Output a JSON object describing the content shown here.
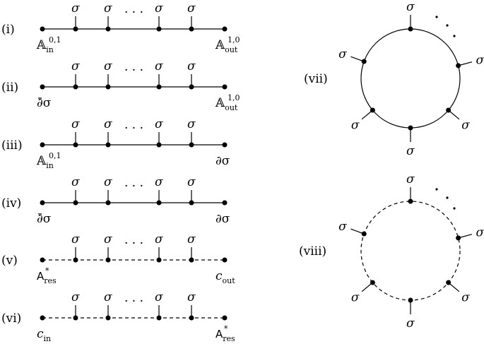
{
  "sigma": "σ",
  "ellipsis": "· · ·",
  "dot_sep": "•",
  "rows": [
    {
      "label": "(i)",
      "left": {
        "sym": "𝔸",
        "sub": "in",
        "sup": "0,1"
      },
      "right": {
        "sym": "𝔸",
        "sub": "out",
        "sup": "1,0"
      },
      "dashed": false
    },
    {
      "label": "(ii)",
      "left": {
        "sym": "∂̄σ"
      },
      "right": {
        "sym": "𝔸",
        "sub": "out",
        "sup": "1,0"
      },
      "dashed": false
    },
    {
      "label": "(iii)",
      "left": {
        "sym": "𝔸",
        "sub": "in",
        "sup": "0,1"
      },
      "right": {
        "sym": "∂σ"
      },
      "dashed": false
    },
    {
      "label": "(iv)",
      "left": {
        "sym": "∂̄σ"
      },
      "right": {
        "sym": "∂σ"
      },
      "dashed": false
    },
    {
      "label": "(v)",
      "left": {
        "sym": "A",
        "sub": "res",
        "sup": "*"
      },
      "right": {
        "sym": "c",
        "sub": "out"
      },
      "dashed": true
    },
    {
      "label": "(vi)",
      "left": {
        "sym": "c",
        "sub": "in"
      },
      "right": {
        "sym": "A",
        "sub": "res",
        "sup": "*"
      },
      "dashed": true
    }
  ],
  "circles": [
    {
      "label": "(vii)",
      "dashed": false
    },
    {
      "label": "(viii)",
      "dashed": true
    }
  ]
}
